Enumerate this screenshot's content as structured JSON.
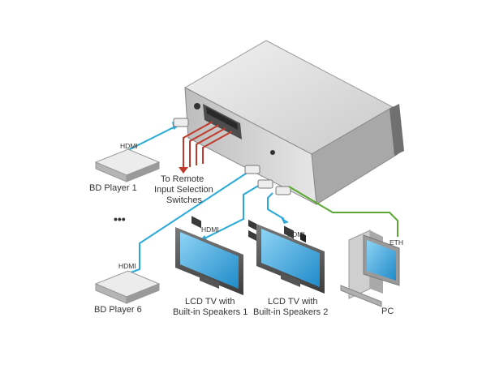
{
  "labels": {
    "bd_player_1": "BD Player 1",
    "bd_player_6": "BD Player 6",
    "ellipsis": "•••",
    "remote_line1": "To Remote",
    "remote_line2": "Input Selection",
    "remote_line3": "Switches",
    "tv1_line1": "LCD TV with",
    "tv1_line2": "Built-in Speakers 1",
    "tv2_line1": "LCD TV with",
    "tv2_line2": "Built-in Speakers 2",
    "pc": "PC"
  },
  "cables": {
    "hdmi_in_1": "HDMI",
    "hdmi_in_6": "HDMI",
    "hdmi_out_1": "HDMI",
    "hdmi_out_2": "HDMI",
    "eth": "ETH"
  },
  "colors": {
    "hdmi_cable": "#29a9d8",
    "remote_cable": "#c0392b",
    "eth_cable": "#5aa832",
    "device_body": "#d9d9d9",
    "device_dark": "#555555"
  }
}
